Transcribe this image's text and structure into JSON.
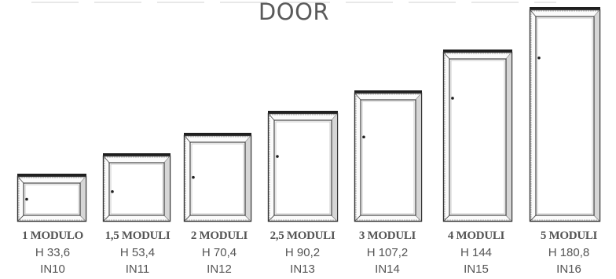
{
  "title": "DOOR",
  "doors": [
    {
      "module": "1 MODULO",
      "height": "H 33,6",
      "code": "IN10"
    },
    {
      "module": "1,5 MODULI",
      "height": "H 53,4",
      "code": "IN11"
    },
    {
      "module": "2 MODULI",
      "height": "H 70,4",
      "code": "IN12"
    },
    {
      "module": "2,5 MODULI",
      "height": "H 90,2",
      "code": "IN13"
    },
    {
      "module": "3 MODULI",
      "height": "H 107,2",
      "code": "IN14"
    },
    {
      "module": "4 MODULI",
      "height": "H 144",
      "code": "IN15"
    },
    {
      "module": "5 MODULI",
      "height": "H 180,8",
      "code": "IN16"
    }
  ]
}
